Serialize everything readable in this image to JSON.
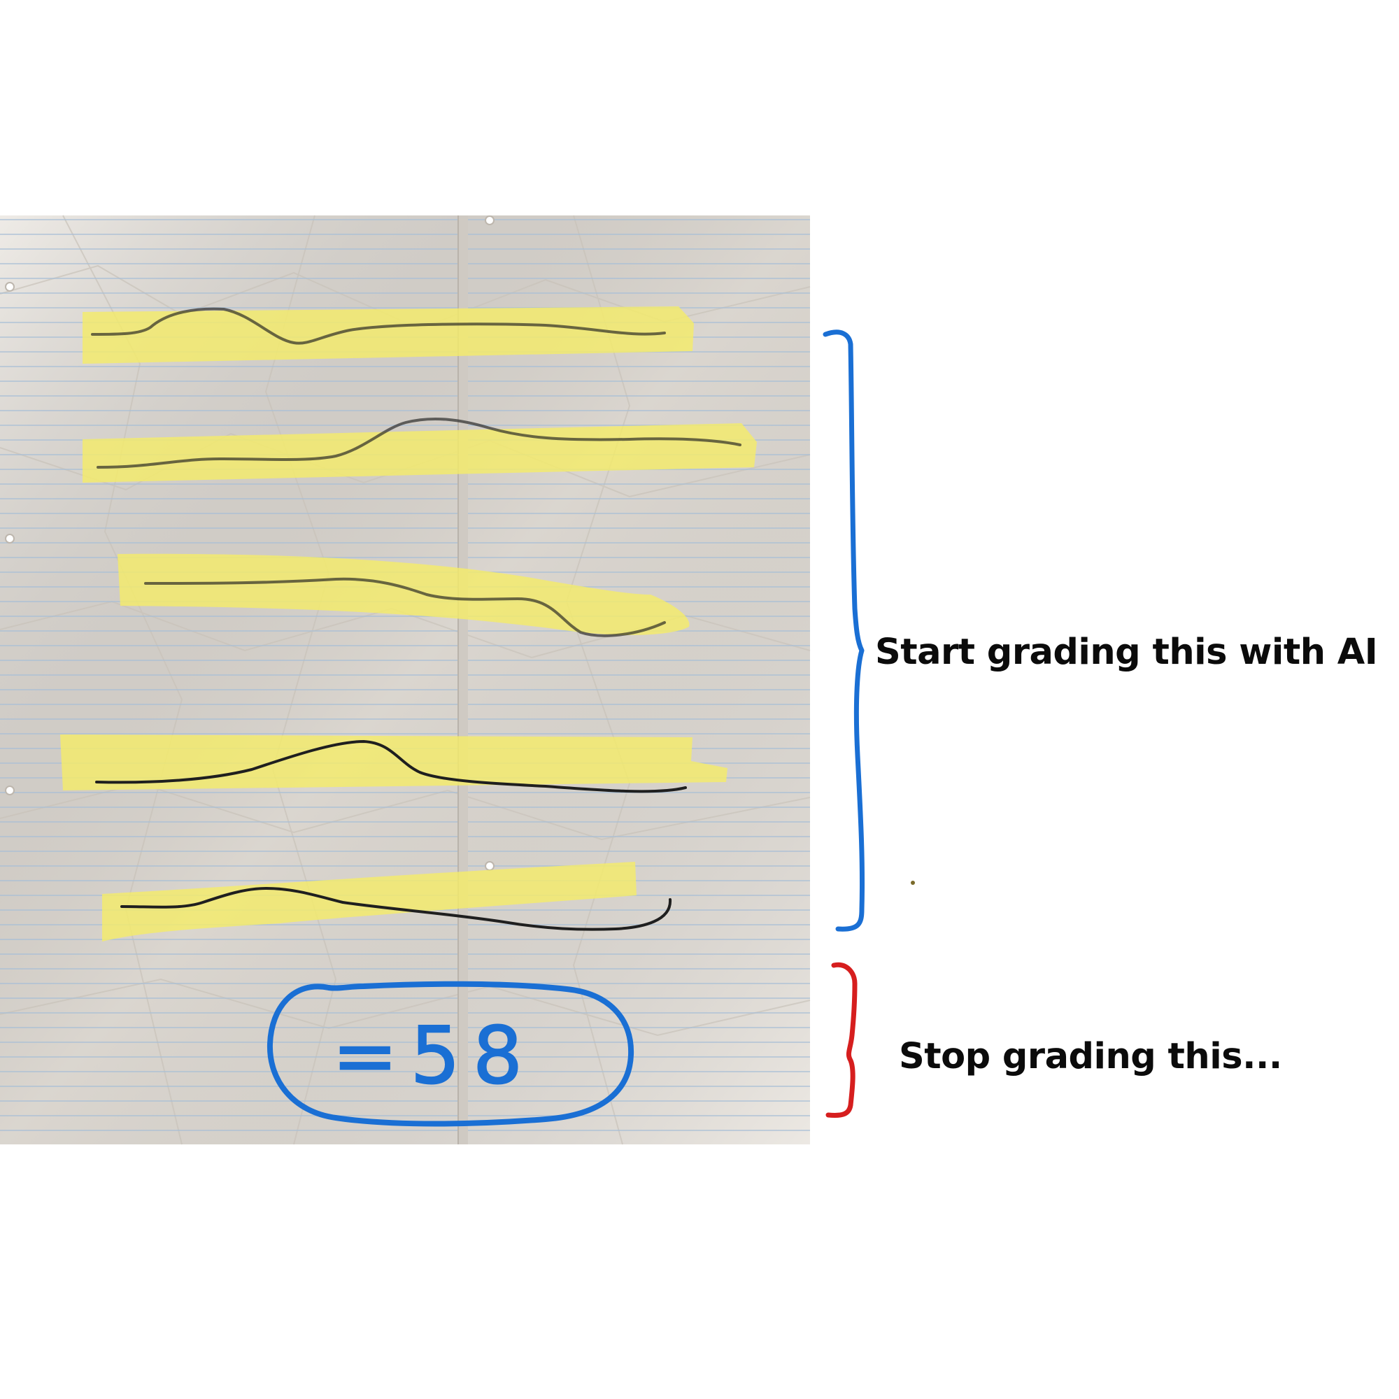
{
  "captions": {
    "start": "Start grading this with AI",
    "stop": "Stop grading this..."
  },
  "score_note": {
    "text": "=58",
    "ink_color": "#1a6fd4"
  },
  "colors": {
    "paper": "#e6e1da",
    "rule_line": "#a9bfd6",
    "highlighter": "#f4ec6a",
    "pencil": "#1f1f1f",
    "blue_bracket": "#1a6fd4",
    "red_bracket": "#d61e1e"
  },
  "icons": {
    "blue_bracket": "right-bracket-icon",
    "red_bracket": "right-bracket-icon"
  }
}
